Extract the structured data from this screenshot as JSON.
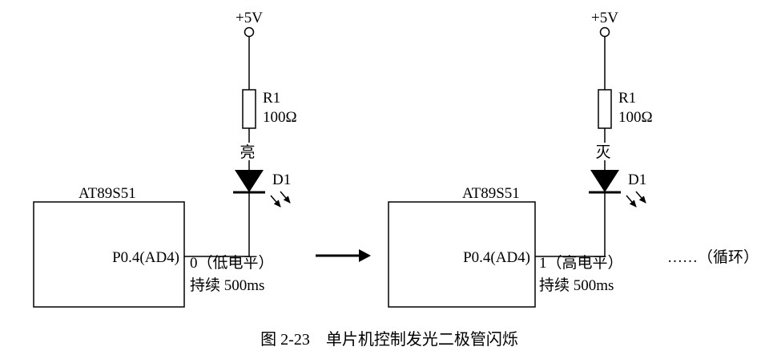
{
  "diagram": {
    "caption": "图 2-23　单片机控制发光二极管闪烁",
    "loop_label": "……（循环）",
    "left": {
      "vcc_label": "+5V",
      "resistor_name": "R1",
      "resistor_value": "100Ω",
      "led_state": "亮",
      "led_name": "D1",
      "chip_name": "AT89S51",
      "pin_label": "P0.4(AD4)",
      "level_label": "0（低电平）",
      "duration_label": "持续 500ms"
    },
    "right": {
      "vcc_label": "+5V",
      "resistor_name": "R1",
      "resistor_value": "100Ω",
      "led_state": "灭",
      "led_name": "D1",
      "chip_name": "AT89S51",
      "pin_label": "P0.4(AD4)",
      "level_label": "1（高电平）",
      "duration_label": "持续 500ms"
    }
  }
}
